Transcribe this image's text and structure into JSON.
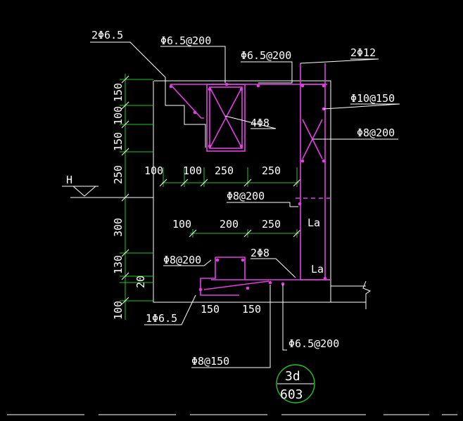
{
  "labels": {
    "two_phi65": "2Φ6.5",
    "phi65_at200_top": "Φ6.5@200",
    "phi65_at200_mid": "Φ6.5@200",
    "two_phi12": "2Φ12",
    "phi10_at150": "Φ10@150",
    "four_phi8": "4Φ8",
    "phi8_at200_right": "Φ8@200",
    "phi8_at200_center": "Φ8@200",
    "phi8_at200_lower": "Φ8@200",
    "two_phi8": "2Φ8",
    "la_upper": "La",
    "la_lower": "La",
    "one_phi65": "1Φ6.5",
    "phi8_at150": "Φ8@150",
    "phi65_at200_bottom": "Φ6.5@200",
    "level_h": "H"
  },
  "dims": {
    "v150a": "150",
    "v100a": "100",
    "v150b": "150",
    "v250": "250",
    "v300": "300",
    "v130": "130",
    "v20": "20",
    "v100b": "100",
    "h100a": "100",
    "h100b": "100",
    "h250a": "250",
    "h250b": "250",
    "h100c": "100",
    "h200": "200",
    "h250c": "250",
    "h150a": "150",
    "h150b": "150"
  },
  "detail_tag": {
    "top": "3d",
    "bottom": "603"
  },
  "colors": {
    "background": "#000000",
    "rebar": "#e040e0",
    "dimension": "#22c422",
    "outline": "#ffffff"
  }
}
